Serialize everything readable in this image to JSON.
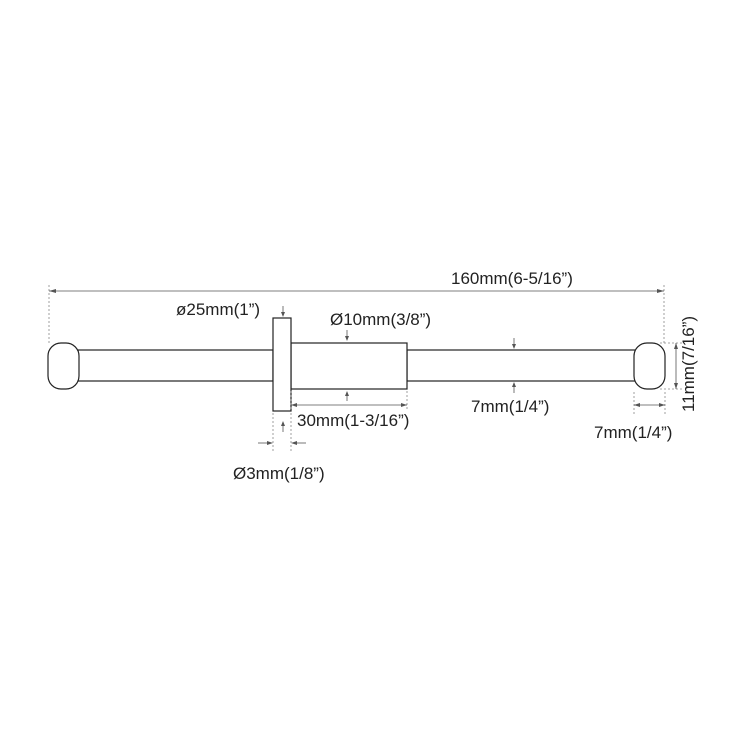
{
  "dimensions": {
    "overall_length": "160mm(6-5/16”)",
    "flange_diameter": "ø25mm(1”)",
    "collar_diameter": "Ø10mm(3/8”)",
    "collar_length": "30mm(1-3/16”)",
    "rod_diameter": "7mm(1/4”)",
    "end_cap_length": "7mm(1/4”)",
    "end_cap_height": "11mm(7/16”)",
    "flange_thickness": "Ø3mm(1/8”)"
  },
  "colors": {
    "line": "#222222",
    "dimension": "#555555"
  }
}
